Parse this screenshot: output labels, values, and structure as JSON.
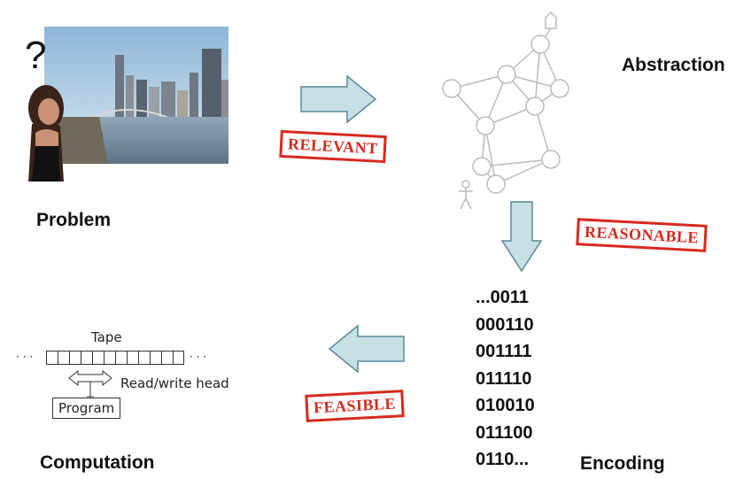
{
  "labels": {
    "problem": "Problem",
    "abstraction": "Abstraction",
    "encoding": "Encoding",
    "computation": "Computation"
  },
  "question_mark": "?",
  "stamps": {
    "relevant": "RELEVANT",
    "reasonable": "REASONABLE",
    "feasible": "FEASIBLE"
  },
  "encoding_bits": [
    "...0011",
    "000110",
    "001111",
    "011110",
    "010010",
    "011100",
    "0110..."
  ],
  "turing_machine": {
    "tape": "Tape",
    "read_write_head": "Read/write head",
    "program": "Program",
    "ellipsis_left": "· · ·",
    "ellipsis_right": "· · ·"
  },
  "colors": {
    "arrow_fill": "#c6e0e6",
    "arrow_stroke": "#5a8a95",
    "stamp_red": "#d62a1f",
    "graph_stroke": "#bbbbbb"
  }
}
